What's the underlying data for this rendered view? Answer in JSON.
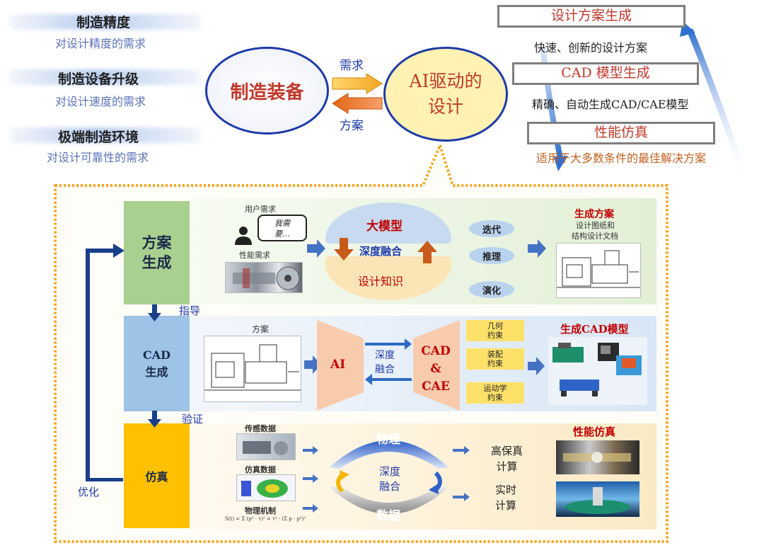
{
  "left_items": [
    {
      "title": "制造精度",
      "subtitle": "对设计精度的需求"
    },
    {
      "title": "制造设备升级",
      "subtitle": "对设计速度的需求"
    },
    {
      "title": "极端制造环境",
      "subtitle": "对设计可靠性的需求"
    }
  ],
  "center": {
    "left_ellipse": "制造装备",
    "right_ellipse_line1": "AI驱动的",
    "right_ellipse_line2": "设计",
    "arrow_top_label": "需求",
    "arrow_bottom_label": "方案"
  },
  "right_list": [
    {
      "box": "设计方案生成",
      "desc": "快速、创新的设计方案"
    },
    {
      "box": "CAD 模型生成",
      "desc": "精确、自动生成CAD/CAE模型"
    },
    {
      "box": "性能仿真",
      "desc": "适用于大多数条件的最佳解决方案"
    }
  ],
  "flow": {
    "guide": "指导",
    "verify": "验证",
    "optimize": "优化"
  },
  "row1": {
    "stage_line1": "方案",
    "stage_line2": "生成",
    "user_req": "用户需求",
    "bubble_line1": "我需",
    "bubble_line2": "要…",
    "perf_req": "性能需求",
    "big_model": "大模型",
    "fusion": "深度融合",
    "knowledge": "设计知识",
    "ops": [
      "迭代",
      "推理",
      "演化"
    ],
    "output_title": "生成方案",
    "output_line1": "设计图纸和",
    "output_line2": "结构设计文档"
  },
  "row2": {
    "stage_line1": "CAD",
    "stage_line2": "生成",
    "input": "方案",
    "ai": "AI",
    "fusion_line1": "深度",
    "fusion_line2": "融合",
    "cad_line1": "CAD",
    "cad_line2": "&",
    "cad_line3": "CAE",
    "tags": [
      {
        "line1": "几何",
        "line2": "约束"
      },
      {
        "line1": "装配",
        "line2": "约束"
      },
      {
        "line1": "运动学",
        "line2": "约束"
      }
    ],
    "output_title": "生成CAD模型"
  },
  "row3": {
    "stage": "仿真",
    "sensor": "传感数据",
    "simdata": "仿真数据",
    "physics_mech": "物理机制",
    "formula": "S(t) = Σ (p² · τ)² = τ² · (Σ p · p²)²",
    "physics": "物理",
    "fusion_line1": "深度",
    "fusion_line2": "融合",
    "data": "数据",
    "hifi_line1": "高保真",
    "hifi_line2": "计算",
    "rt_line1": "实时",
    "rt_line2": "计算",
    "output_title": "性能仿真"
  },
  "colors": {
    "stage_green": "#a9d08e",
    "stage_blue": "#9dc3e6",
    "stage_yellow": "#ffc000",
    "ellipse_fill": "#fff2b2",
    "ellipse_border": "#1f3aa8",
    "frame_orange": "#f5a623"
  }
}
